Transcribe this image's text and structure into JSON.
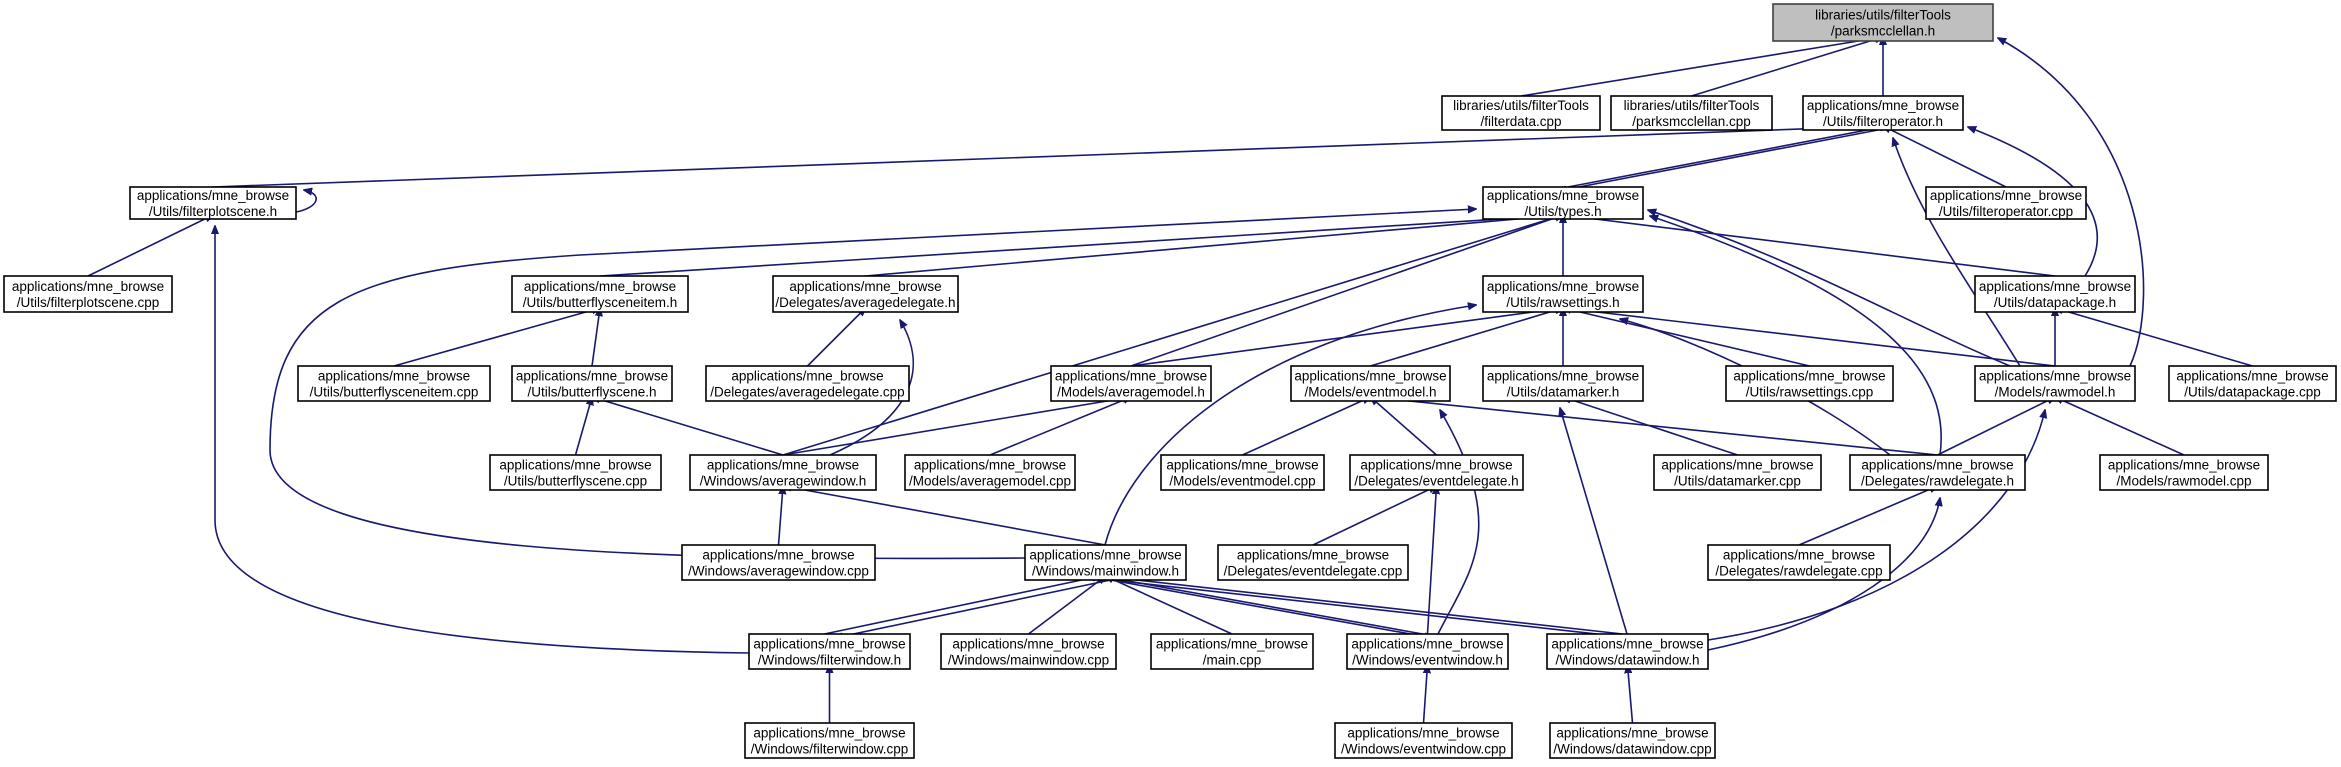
{
  "nodes": [
    {
      "id": "parksmcclellan_h",
      "lines": [
        "libraries/utils/filterTools",
        "/parksmcclellan.h"
      ],
      "root": true
    },
    {
      "id": "filterdata_cpp",
      "lines": [
        "libraries/utils/filterTools",
        "/filterdata.cpp"
      ]
    },
    {
      "id": "parksmcclellan_cpp",
      "lines": [
        "libraries/utils/filterTools",
        "/parksmcclellan.cpp"
      ]
    },
    {
      "id": "filteroperator_h",
      "lines": [
        "applications/mne_browse",
        "/Utils/filteroperator.h"
      ]
    },
    {
      "id": "filterplotscene_h",
      "lines": [
        "applications/mne_browse",
        "/Utils/filterplotscene.h"
      ]
    },
    {
      "id": "types_h",
      "lines": [
        "applications/mne_browse",
        "/Utils/types.h"
      ]
    },
    {
      "id": "filteroperator_cpp",
      "lines": [
        "applications/mne_browse",
        "/Utils/filteroperator.cpp"
      ]
    },
    {
      "id": "filterplotscene_cpp",
      "lines": [
        "applications/mne_browse",
        "/Utils/filterplotscene.cpp"
      ]
    },
    {
      "id": "butterflysceneitem_h",
      "lines": [
        "applications/mne_browse",
        "/Utils/butterflysceneitem.h"
      ]
    },
    {
      "id": "averagedelegate_h",
      "lines": [
        "applications/mne_browse",
        "/Delegates/averagedelegate.h"
      ]
    },
    {
      "id": "rawsettings_h",
      "lines": [
        "applications/mne_browse",
        "/Utils/rawsettings.h"
      ]
    },
    {
      "id": "datapackage_h",
      "lines": [
        "applications/mne_browse",
        "/Utils/datapackage.h"
      ]
    },
    {
      "id": "butterflysceneitem_cpp",
      "lines": [
        "applications/mne_browse",
        "/Utils/butterflysceneitem.cpp"
      ]
    },
    {
      "id": "butterflyscene_h",
      "lines": [
        "applications/mne_browse",
        "/Utils/butterflyscene.h"
      ]
    },
    {
      "id": "averagedelegate_cpp",
      "lines": [
        "applications/mne_browse",
        "/Delegates/averagedelegate.cpp"
      ]
    },
    {
      "id": "averagemodel_h",
      "lines": [
        "applications/mne_browse",
        "/Models/averagemodel.h"
      ]
    },
    {
      "id": "eventmodel_h",
      "lines": [
        "applications/mne_browse",
        "/Models/eventmodel.h"
      ]
    },
    {
      "id": "datamarker_h",
      "lines": [
        "applications/mne_browse",
        "/Utils/datamarker.h"
      ]
    },
    {
      "id": "rawsettings_cpp",
      "lines": [
        "applications/mne_browse",
        "/Utils/rawsettings.cpp"
      ]
    },
    {
      "id": "rawmodel_h",
      "lines": [
        "applications/mne_browse",
        "/Models/rawmodel.h"
      ]
    },
    {
      "id": "datapackage_cpp",
      "lines": [
        "applications/mne_browse",
        "/Utils/datapackage.cpp"
      ]
    },
    {
      "id": "butterflyscene_cpp",
      "lines": [
        "applications/mne_browse",
        "/Utils/butterflyscene.cpp"
      ]
    },
    {
      "id": "averagewindow_h",
      "lines": [
        "applications/mne_browse",
        "/Windows/averagewindow.h"
      ]
    },
    {
      "id": "averagemodel_cpp",
      "lines": [
        "applications/mne_browse",
        "/Models/averagemodel.cpp"
      ]
    },
    {
      "id": "eventmodel_cpp",
      "lines": [
        "applications/mne_browse",
        "/Models/eventmodel.cpp"
      ]
    },
    {
      "id": "eventdelegate_h",
      "lines": [
        "applications/mne_browse",
        "/Delegates/eventdelegate.h"
      ]
    },
    {
      "id": "datamarker_cpp",
      "lines": [
        "applications/mne_browse",
        "/Utils/datamarker.cpp"
      ]
    },
    {
      "id": "rawdelegate_h",
      "lines": [
        "applications/mne_browse",
        "/Delegates/rawdelegate.h"
      ]
    },
    {
      "id": "rawmodel_cpp",
      "lines": [
        "applications/mne_browse",
        "/Models/rawmodel.cpp"
      ]
    },
    {
      "id": "averagewindow_cpp",
      "lines": [
        "applications/mne_browse",
        "/Windows/averagewindow.cpp"
      ]
    },
    {
      "id": "mainwindow_h",
      "lines": [
        "applications/mne_browse",
        "/Windows/mainwindow.h"
      ]
    },
    {
      "id": "eventdelegate_cpp",
      "lines": [
        "applications/mne_browse",
        "/Delegates/eventdelegate.cpp"
      ]
    },
    {
      "id": "rawdelegate_cpp",
      "lines": [
        "applications/mne_browse",
        "/Delegates/rawdelegate.cpp"
      ]
    },
    {
      "id": "filterwindow_h",
      "lines": [
        "applications/mne_browse",
        "/Windows/filterwindow.h"
      ]
    },
    {
      "id": "mainwindow_cpp",
      "lines": [
        "applications/mne_browse",
        "/Windows/mainwindow.cpp"
      ]
    },
    {
      "id": "main_cpp",
      "lines": [
        "applications/mne_browse",
        "/main.cpp"
      ]
    },
    {
      "id": "eventwindow_h",
      "lines": [
        "applications/mne_browse",
        "/Windows/eventwindow.h"
      ]
    },
    {
      "id": "datawindow_h",
      "lines": [
        "applications/mne_browse",
        "/Windows/datawindow.h"
      ]
    },
    {
      "id": "filterwindow_cpp",
      "lines": [
        "applications/mne_browse",
        "/Windows/filterwindow.cpp"
      ]
    },
    {
      "id": "eventwindow_cpp",
      "lines": [
        "applications/mne_browse",
        "/Windows/eventwindow.cpp"
      ]
    },
    {
      "id": "datawindow_cpp",
      "lines": [
        "applications/mne_browse",
        "/Windows/datawindow.cpp"
      ]
    }
  ],
  "edges": [
    [
      "filterdata_cpp",
      "parksmcclellan_h"
    ],
    [
      "parksmcclellan_cpp",
      "parksmcclellan_h"
    ],
    [
      "filteroperator_h",
      "parksmcclellan_h"
    ],
    [
      "rawmodel_h",
      "parksmcclellan_h"
    ],
    [
      "filterplotscene_h",
      "filteroperator_h"
    ],
    [
      "types_h",
      "filteroperator_h"
    ],
    [
      "filteroperator_cpp",
      "filteroperator_h"
    ],
    [
      "datapackage_h",
      "filteroperator_h"
    ],
    [
      "rawmodel_h",
      "filteroperator_h"
    ],
    [
      "filteroperator_h",
      "types_h"
    ],
    [
      "filterplotscene_h",
      "filterplotscene_h"
    ],
    [
      "filterplotscene_cpp",
      "filterplotscene_h"
    ],
    [
      "filterwindow_h",
      "filterplotscene_h"
    ],
    [
      "butterflysceneitem_h",
      "types_h"
    ],
    [
      "averagedelegate_h",
      "types_h"
    ],
    [
      "rawsettings_h",
      "types_h"
    ],
    [
      "datapackage_h",
      "types_h"
    ],
    [
      "averagemodel_h",
      "types_h"
    ],
    [
      "averagewindow_h",
      "types_h"
    ],
    [
      "rawmodel_h",
      "types_h"
    ],
    [
      "rawdelegate_h",
      "types_h"
    ],
    [
      "mainwindow_h",
      "types_h"
    ],
    [
      "butterflysceneitem_cpp",
      "butterflysceneitem_h"
    ],
    [
      "butterflyscene_h",
      "butterflysceneitem_h"
    ],
    [
      "averagedelegate_cpp",
      "averagedelegate_h"
    ],
    [
      "averagewindow_h",
      "averagedelegate_h"
    ],
    [
      "averagemodel_h",
      "rawsettings_h"
    ],
    [
      "eventmodel_h",
      "rawsettings_h"
    ],
    [
      "datamarker_h",
      "rawsettings_h"
    ],
    [
      "rawsettings_cpp",
      "rawsettings_h"
    ],
    [
      "rawmodel_h",
      "rawsettings_h"
    ],
    [
      "rawdelegate_h",
      "rawsettings_h"
    ],
    [
      "mainwindow_h",
      "rawsettings_h"
    ],
    [
      "rawmodel_h",
      "datapackage_h"
    ],
    [
      "datapackage_cpp",
      "datapackage_h"
    ],
    [
      "butterflyscene_cpp",
      "butterflyscene_h"
    ],
    [
      "averagewindow_h",
      "butterflyscene_h"
    ],
    [
      "averagewindow_h",
      "averagemodel_h"
    ],
    [
      "averagemodel_cpp",
      "averagemodel_h"
    ],
    [
      "eventmodel_cpp",
      "eventmodel_h"
    ],
    [
      "eventdelegate_h",
      "eventmodel_h"
    ],
    [
      "rawdelegate_h",
      "eventmodel_h"
    ],
    [
      "eventwindow_h",
      "eventmodel_h"
    ],
    [
      "datamarker_cpp",
      "datamarker_h"
    ],
    [
      "datawindow_h",
      "datamarker_h"
    ],
    [
      "rawdelegate_h",
      "rawmodel_h"
    ],
    [
      "rawmodel_cpp",
      "rawmodel_h"
    ],
    [
      "datawindow_h",
      "rawmodel_h"
    ],
    [
      "averagewindow_cpp",
      "averagewindow_h"
    ],
    [
      "mainwindow_h",
      "averagewindow_h"
    ],
    [
      "eventdelegate_cpp",
      "eventdelegate_h"
    ],
    [
      "eventwindow_h",
      "eventdelegate_h"
    ],
    [
      "rawdelegate_cpp",
      "rawdelegate_h"
    ],
    [
      "datawindow_h",
      "rawdelegate_h"
    ],
    [
      "filterwindow_h",
      "mainwindow_h"
    ],
    [
      "mainwindow_h",
      "filterwindow_h"
    ],
    [
      "mainwindow_cpp",
      "mainwindow_h"
    ],
    [
      "main_cpp",
      "mainwindow_h"
    ],
    [
      "eventwindow_h",
      "mainwindow_h"
    ],
    [
      "mainwindow_h",
      "eventwindow_h"
    ],
    [
      "datawindow_h",
      "mainwindow_h"
    ],
    [
      "mainwindow_h",
      "datawindow_h"
    ],
    [
      "filterwindow_cpp",
      "filterwindow_h"
    ],
    [
      "eventwindow_cpp",
      "eventwindow_h"
    ],
    [
      "datawindow_cpp",
      "datawindow_h"
    ]
  ]
}
